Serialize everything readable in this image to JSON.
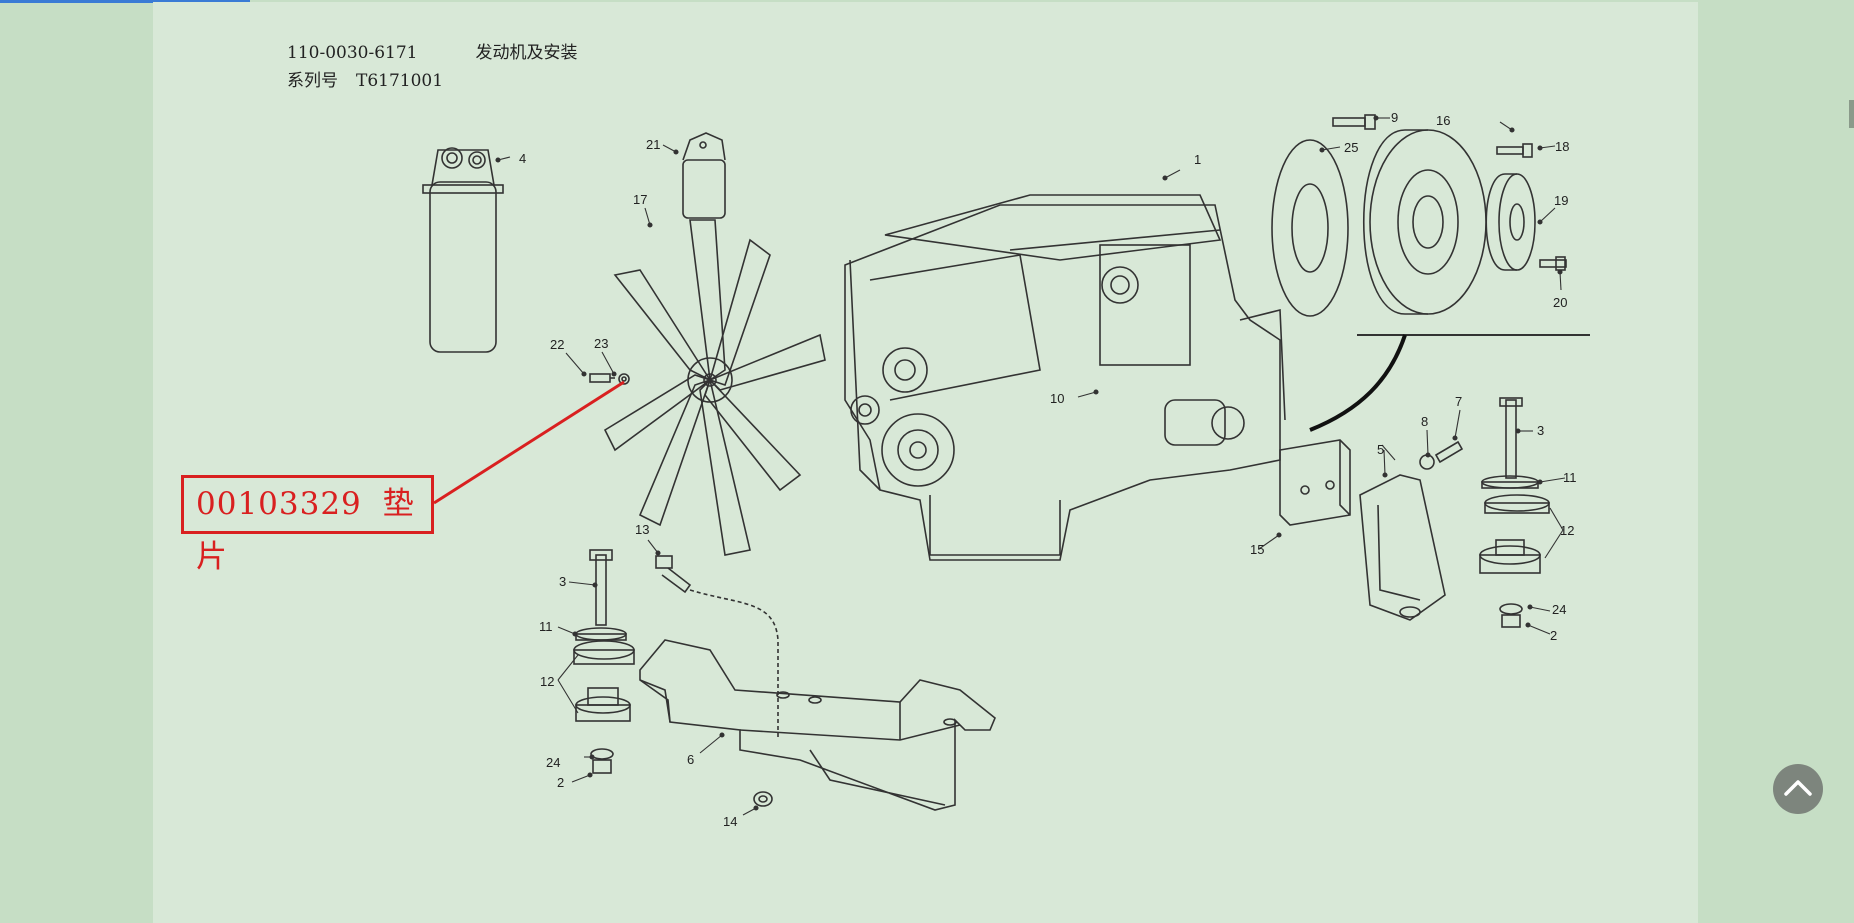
{
  "header": {
    "part_number": "110-0030-6171",
    "assembly_name": "发动机及安装",
    "serial_label": "系列号",
    "serial_value": "T6171001"
  },
  "callout": {
    "code": "00103329",
    "name": "垫片",
    "color": "#d92020"
  },
  "part_labels": [
    "1",
    "2",
    "2",
    "3",
    "3",
    "4",
    "5",
    "6",
    "7",
    "8",
    "9",
    "10",
    "11",
    "11",
    "12",
    "12",
    "13",
    "14",
    "15",
    "16",
    "17",
    "18",
    "19",
    "20",
    "21",
    "22",
    "23",
    "24",
    "24",
    "25"
  ],
  "icons": {
    "back_to_top": "chevron-up-icon"
  },
  "colors": {
    "background": "#c6dec5",
    "panel": "#d8e8d7",
    "line": "#333333"
  }
}
